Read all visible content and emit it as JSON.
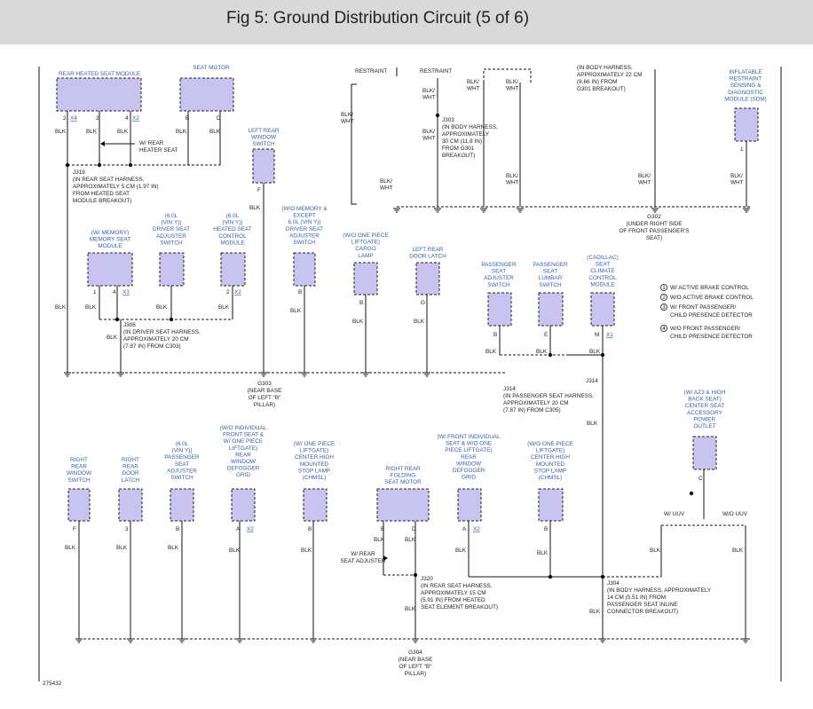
{
  "title": "Fig 5: Ground Distribution Circuit (5 of 6)",
  "figure_id": "275432",
  "legend": [
    {
      "num": "1",
      "text": "W/ ACTIVE BRAKE CONTROL"
    },
    {
      "num": "2",
      "text": "W/O ACTIVE BRAKE CONTROL"
    },
    {
      "num": "3",
      "text": [
        "W/ FRONT PASSENGER/",
        "CHILD PRESENCE DETECTOR"
      ]
    },
    {
      "num": "4",
      "text": [
        "W/O FRONT PASSENGER/",
        "CHILD PRESENCE DETECTOR"
      ]
    }
  ],
  "components": {
    "rear_heated_seat_module": [
      "REAR HEATED SEAT MODULE"
    ],
    "seat_motor": [
      "SEAT MOTOR"
    ],
    "left_rear_window_switch": [
      "LEFT REAR",
      "WINDOW",
      "SWITCH"
    ],
    "memory_seat_module": [
      "(W/ MEMORY)",
      "MEMORY SEAT",
      "MODULE"
    ],
    "driver_seat_adjuster_switch": [
      "(6.0L",
      "(VIN Y))",
      "DRIVER SEAT",
      "ADJUSTER",
      "SWITCH"
    ],
    "heated_seat_control_module": [
      "(6.0L",
      "(VIN Y))",
      "HEATED SEAT",
      "CONTROL",
      "MODULE"
    ],
    "driver_seat_adjuster_switch_2": [
      "(W/O MEMORY &",
      "EXCEPT",
      "6.0L (VIN Y))",
      "DRIVER SEAT",
      "ADJUSTER",
      "SWITCH"
    ],
    "cargo_lamp": [
      "(W/O ONE PIECE",
      "LIFTGATE)",
      "CARGO",
      "LAMP"
    ],
    "left_rear_door_latch": [
      "LEFT REAR",
      "DOOR LATCH"
    ],
    "passenger_seat_adjuster_switch": [
      "PASSENGER",
      "SEAT",
      "ADJUSTER",
      "SWITCH"
    ],
    "passenger_seat_lumbar_switch": [
      "PASSENGER",
      "SEAT",
      "LUMBAR",
      "SWITCH"
    ],
    "cadillac_seat_climate_control_module": [
      "(CADILLAC)",
      "SEAT",
      "CLIMATE",
      "CONTROL",
      "MODULE"
    ],
    "sdm": [
      "INFLATABLE",
      "RESTRAINT",
      "SENSING &",
      "DIAGNOSTIC",
      "MODULE (SDM)"
    ],
    "right_rear_window_switch": [
      "RIGHT",
      "REAR",
      "WINDOW",
      "SWITCH"
    ],
    "right_rear_door_latch": [
      "RIGHT",
      "REAR",
      "DOOR",
      "LATCH"
    ],
    "passenger_seat_adjuster_switch_6l": [
      "(6.0L",
      "(VIN Y))",
      "PASSENGER",
      "SEAT",
      "ADJUSTER",
      "SWITCH"
    ],
    "rear_window_defogger_grid_1": [
      "(W/O INDIVIDUAL",
      "FRONT SEAT &",
      "W/ ONE PIECE",
      "LIFTGATE)",
      "REAR",
      "WINDOW",
      "DEFOGGER",
      "GRID"
    ],
    "chmsl_1": [
      "(W/ ONE PIECE",
      "LIFTGATE)",
      "CENTER HIGH",
      "MOUNTED",
      "STOP LAMP",
      "(CHMSL)"
    ],
    "right_rear_folding_seat_motor": [
      "RIGHT REAR",
      "FOLDING",
      "SEAT MOTOR"
    ],
    "rear_window_defogger_grid_2": [
      "(W/ FRONT INDIVIDUAL",
      "SEAT & W/O ONE",
      "PIECE LIFTGATE)",
      "REAR",
      "WINDOW",
      "DEFOGGER",
      "GRID"
    ],
    "chmsl_2": [
      "(W/O ONE PIECE",
      "LIFTGATE)",
      "CENTER HIGH",
      "MOUNTED",
      "STOP LAMP",
      "(CHMSL)"
    ],
    "accessory_power_outlet": [
      "(W/ AZ3 & HIGH",
      "BACK SEAT)",
      "CENTER SEAT",
      "ACCESSORY",
      "POWER",
      "OUTLET"
    ]
  },
  "notes": {
    "top_restraint_1": "RESTRAINT",
    "top_restraint_2": "RESTRAINT",
    "top_body_harness": [
      "(IN BODY HARNESS,",
      "APPROXIMATELY 22 CM",
      "(8.66 IN) FROM",
      "G301 BREAKOUT)"
    ],
    "j319": [
      "J319",
      "(IN REAR SEAT HARNESS,",
      "APPROXIMATELY 5 CM (1.97 IN)",
      "FROM HEATED SEAT",
      "MODULE BREAKOUT)"
    ],
    "w_rear_heater_seat": [
      "W/ REAR",
      "HEATER SEAT"
    ],
    "j303": [
      "J303",
      "(IN BODY HARNESS,",
      "APPROXIMATELY",
      "30 CM (11.8 IN)",
      "FROM G301",
      "BREAKOUT)"
    ],
    "g302": [
      "G302",
      "(UNDER RIGHT SIDE",
      "OF FRONT PASSENGER'S",
      "SEAT)"
    ],
    "j306": [
      "J306",
      "(IN DRIVER SEAT HARNESS,",
      "APPROXIMATELY 20 CM",
      "(7.87 IN) FROM C303)"
    ],
    "g303": [
      "G303",
      "(NEAR BASE",
      "OF LEFT \"B\"",
      "PILLAR)"
    ],
    "j314": [
      "J314",
      "(IN PASSENGER SEAT HARNESS,",
      "APPROXIMATELY 20 CM",
      "(7.87 IN) FROM C305)"
    ],
    "w_rear_seat_adjuster": [
      "W/ REAR",
      "SEAT ADJUSTER"
    ],
    "j320": [
      "J320",
      "(IN REAR SEAT HARNESS,",
      "APPROXIMATELY 15 CM",
      "(5.91 IN) FROM HEATED",
      "SEAT ELEMENT BREAKOUT)"
    ],
    "j304": [
      "J304",
      "(IN BODY HARNESS, APPROXIMATELY",
      "14 CM (5.51 IN) FROM",
      "PASSENGER SEAT INLINE",
      "CONNECTOR BREAKOUT)"
    ],
    "g304": [
      "G304",
      "(NEAR BASE",
      "OF LEFT \"B\"",
      "PILLAR)"
    ],
    "w_uuv": "W/ UUV",
    "wo_uuv": "W/O UUV"
  },
  "wire_color": "BLK",
  "wire_color_alt": "BLK/ WHT",
  "pins": {
    "p2": "2",
    "x4": "X4",
    "p4": "4",
    "x2": "X2",
    "pB": "B",
    "pD": "D",
    "pF": "F",
    "p1": "1",
    "x3": "X3",
    "pG": "G",
    "pE": "E",
    "pM": "M",
    "x1": "X1",
    "p3": "3",
    "pA": "A",
    "pC": "C"
  },
  "colors": {
    "component_fill": "#c9c3ef",
    "component_label": "#3a5fa8",
    "title_bar": "#d9d9d9"
  }
}
